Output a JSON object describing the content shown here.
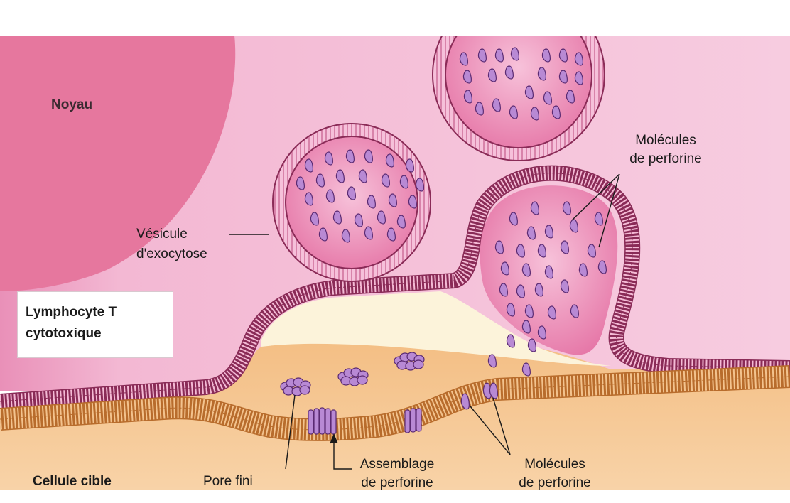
{
  "labels": {
    "nucleus": "Noyau",
    "vesicle_line1": "Vésicule",
    "vesicle_line2": "d'exocytose",
    "perforin_top_line1": "Molécules",
    "perforin_top_line2": "de perforine",
    "lymphocyte_line1": "Lymphocyte T",
    "lymphocyte_line2": "cytotoxique",
    "target_cell": "Cellule cible",
    "pore": "Pore fini",
    "assembly_line1": "Assemblage",
    "assembly_line2": "de perforine",
    "perforin_bottom_line1": "Molécules",
    "perforin_bottom_line2": "de perforine"
  },
  "colors": {
    "background": "#f6c6de",
    "nucleus": "#e8779f",
    "vesicle_interior": "#f0a5c6",
    "membrane": "#f4b4d0",
    "membrane_edge": "#8a2b57",
    "target_cell": "#f5c78f",
    "target_membrane": "#f0b87a",
    "perforin": "#b98ad6",
    "synaptic_cleft": "#fbf3dc"
  },
  "icons": {
    "perforin_molecule": "kidney-shape",
    "pore": "rosette-ring",
    "channel": "stacked-bars"
  }
}
